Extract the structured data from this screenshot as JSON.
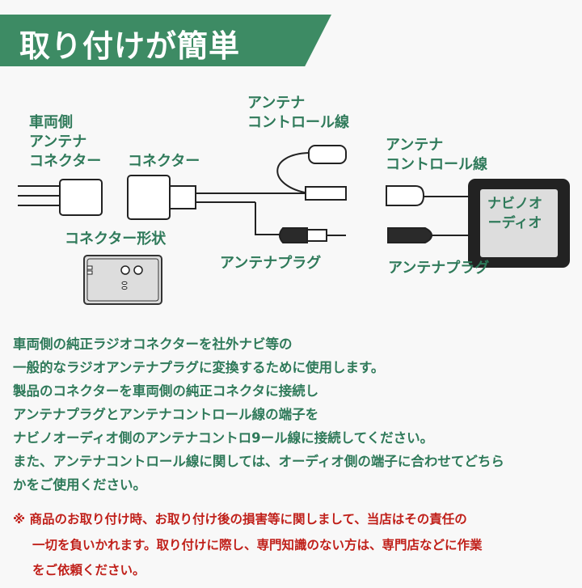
{
  "title": "取り付けが簡単",
  "labels": {
    "vehicle_connector": [
      "車両側",
      "アンテナ",
      "コネクター"
    ],
    "connector": "コネクター",
    "control_wire_left": [
      "アンテナ",
      "コントロール線"
    ],
    "control_wire_right": [
      "アンテナ",
      "コントロール線"
    ],
    "connector_shape": "コネクター形状",
    "antenna_plug_left": "アンテナプラグ",
    "antenna_plug_right": "アンテナプラグ",
    "navi_audio": [
      "ナビノオ",
      "ーディオ"
    ]
  },
  "description": [
    "車両側の純正ラジオコネクターを社外ナビ等の",
    "一般的なラジオアンテナプラグに変換するために使用します。",
    "製品のコネクターを車両側の純正コネクタに接続し",
    "アンテナプラグとアンテナコントロール線の端子を",
    "ナビノオーディオ側のアンテナコントロ9ール線に接続してください。",
    "また、アンテナコントロール線に関しては、オーディオ側の端子に合わせてどちら",
    "かをご使用ください。"
  ],
  "warning": [
    "※ 商品のお取り付け時、お取り付け後の損害等に関しまして、当店はその責任の",
    "一切を負いかれます。取り付けに際し、専門知識のない方は、専門店などに作業",
    "をご依頼ください。"
  ],
  "colors": {
    "banner": "#3d8b64",
    "text": "#2f7a5a",
    "warning": "#c0201a"
  }
}
